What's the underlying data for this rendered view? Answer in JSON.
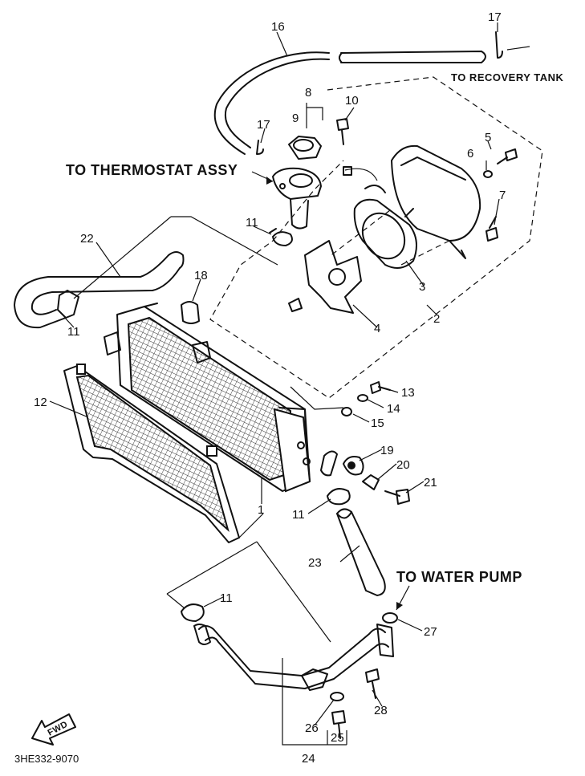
{
  "callouts": {
    "to_recovery_tank": "TO RECOVERY TANK",
    "to_thermostat_assy": "TO THERMOSTAT ASSY",
    "to_water_pump": "TO WATER PUMP"
  },
  "drawing_code": "3HE332-9070",
  "fwd_label": "FWD",
  "part_numbers": [
    "1",
    "2",
    "3",
    "4",
    "5",
    "6",
    "7",
    "8",
    "9",
    "10",
    "11",
    "12",
    "13",
    "14",
    "15",
    "16",
    "17",
    "18",
    "19",
    "20",
    "21",
    "22",
    "23",
    "24",
    "25",
    "26",
    "27",
    "28"
  ]
}
